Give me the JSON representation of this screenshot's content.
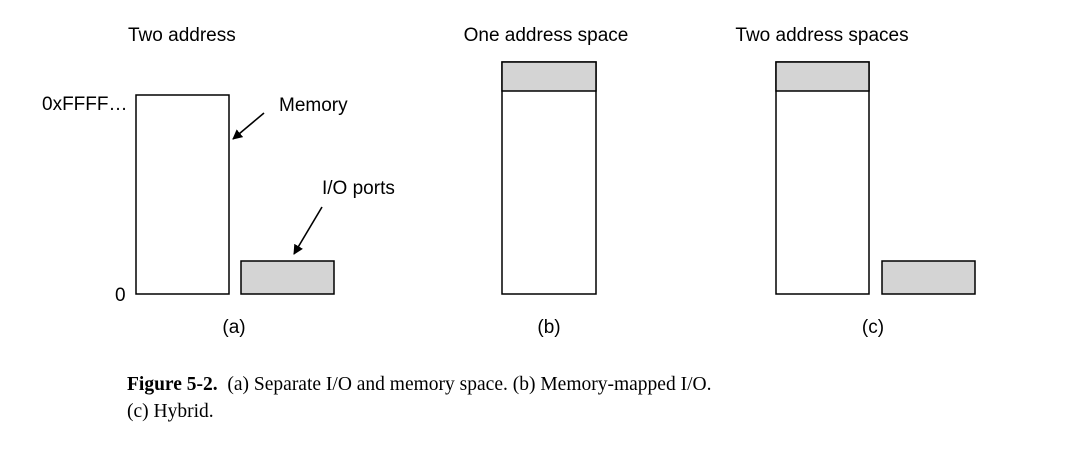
{
  "colors": {
    "stroke": "#000000",
    "io_fill": "#d4d4d4",
    "background": "#ffffff"
  },
  "panel_a": {
    "heading": "Two address",
    "top_address_label": "0xFFFF…",
    "bottom_address_label": "0",
    "memory_label": "Memory",
    "io_label": "I/O ports",
    "sublabel": "(a)"
  },
  "panel_b": {
    "heading": "One address space",
    "sublabel": "(b)"
  },
  "panel_c": {
    "heading": "Two address spaces",
    "sublabel": "(c)"
  },
  "caption": {
    "figure_label": "Figure 5-2.",
    "line1": "(a) Separate I/O and memory space. (b) Memory-mapped I/O.",
    "line2": "(c) Hybrid."
  }
}
